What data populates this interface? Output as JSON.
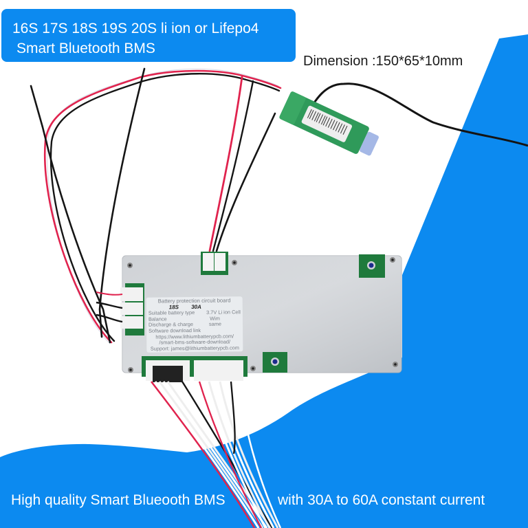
{
  "banner": {
    "line1": "16S 17S 18S 19S 20S li ion or Lifepo4",
    "line2": "Smart Bluetooth BMS"
  },
  "dimension": "Dimension :150*65*10mm",
  "footer": {
    "left": "High quality Smart Blueooth BMS",
    "right": "with 30A to 60A constant current"
  },
  "board_label": {
    "title": "Battery protection circuit board",
    "spec_cells": "18S",
    "spec_current": "30A",
    "battery_type_label": "Suitable battery type",
    "battery_type_value": "3.7V Li ion Cell",
    "balance_label": "Balance",
    "balance_value": "Wim",
    "discharge_label": "Discharge & charge",
    "discharge_value": "same",
    "software_label": "Software download link",
    "url_line1": "https://www.lithiumbatterypcb.com/",
    "url_line2": "/smart-bms-software-download/",
    "support": "Support: james@lithiumbatterypcb.com"
  },
  "colors": {
    "accent_blue": "#0c8af0",
    "board_metal": "#c9ccd0",
    "pcb_green": "#1f7a3c",
    "wire_red": "#e0234e",
    "wire_black": "#151515",
    "bluetooth_module": "#2f9a5a"
  }
}
